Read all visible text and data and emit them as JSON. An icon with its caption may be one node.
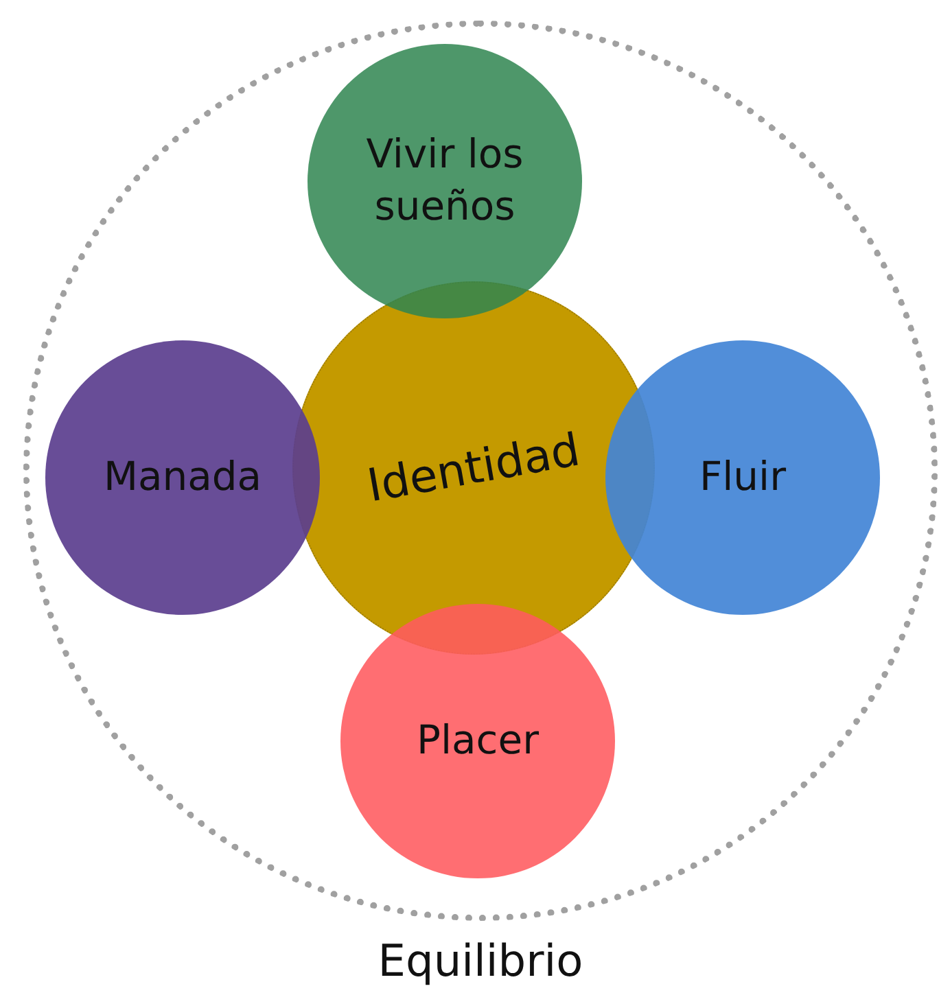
{
  "diagram": {
    "nodes": [
      {
        "text": [
          "Equilibrio"
        ]
      },
      {
        "text": [
          "Identidad"
        ],
        "in": 0
      },
      {
        "text": [
          "Vivir los sueños"
        ],
        "in": 0
      },
      {
        "text": [
          "Manada"
        ],
        "in": 0
      },
      {
        "text": [
          "Fluir"
        ],
        "in": 0
      },
      {
        "text": [
          "Placer"
        ],
        "in": 0
      }
    ],
    "edges": []
  }
}
